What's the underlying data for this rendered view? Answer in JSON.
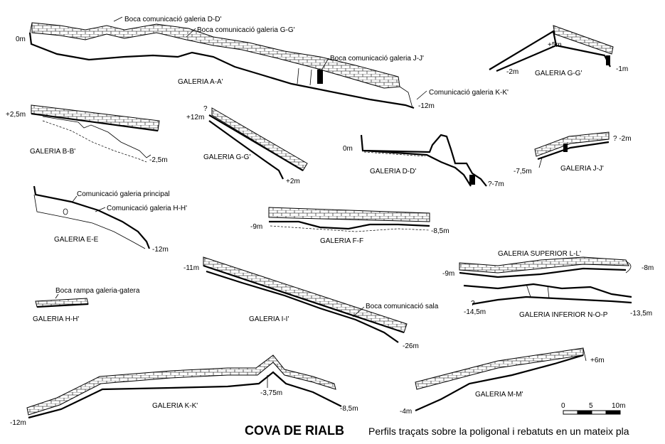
{
  "title": "COVA DE RIALB",
  "subtitle": "Perfils traçats sobre la poligonal i rebatuts en un mateix pla",
  "profiles": {
    "aa": {
      "name": "GALERIA A-A'",
      "top": "0m",
      "bottom": "-12m",
      "note_dd": "Boca comunicació galeria D-D'",
      "note_gg": "Boca comunicació galeria G-G'",
      "note_jj": "Boca comunicació galeria J-J'",
      "note_kk": "Comunicació galeria K-K'"
    },
    "gg_top": {
      "name": "GALERIA G-G'",
      "left": "-2m",
      "peak": "+5m",
      "right": "-1m"
    },
    "bb": {
      "name": "GALERIA B-B'",
      "top": "+2,5m",
      "bottom": "-2,5m"
    },
    "gg": {
      "name": "GALERIA G-G'",
      "top": "+12m",
      "bottom": "+2m",
      "q": "?"
    },
    "dd": {
      "name": "GALERIA D-D'",
      "top": "0m",
      "bottom": "?-7m"
    },
    "jj": {
      "name": "GALERIA J-J'",
      "left": "-7,5m",
      "right": "? -2m"
    },
    "ee": {
      "name": "GALERIA E-E",
      "bottom": "-12m",
      "note_main": "Comunicació galeria principal",
      "note_hh": "Comunicació galeria H-H'"
    },
    "ff": {
      "name": "GALERIA F-F",
      "left": "-9m",
      "right": "-8,5m"
    },
    "ll": {
      "name": "GALERIA SUPERIOR L-L'",
      "left": "-9m",
      "right": "-8m"
    },
    "nop": {
      "name": "GALERIA INFERIOR  N-O-P",
      "left": "-14,5m",
      "right": "-13,5m",
      "q": "?"
    },
    "hh": {
      "name": "GALERIA H-H'",
      "note": "Boca rampa galeria-gatera"
    },
    "ii": {
      "name": "GALERIA I-I'",
      "top": "-11m",
      "bottom": "-26m",
      "note": "Boca comunicació sala"
    },
    "kk": {
      "name": "GALERIA K-K'",
      "left": "-12m",
      "mid": "-3,75m",
      "right": "-8,5m"
    },
    "mm": {
      "name": "GALERIA M-M'",
      "left": "-4m",
      "right": "+6m"
    }
  },
  "scale": {
    "ticks": [
      "0",
      "5",
      "10m"
    ]
  }
}
